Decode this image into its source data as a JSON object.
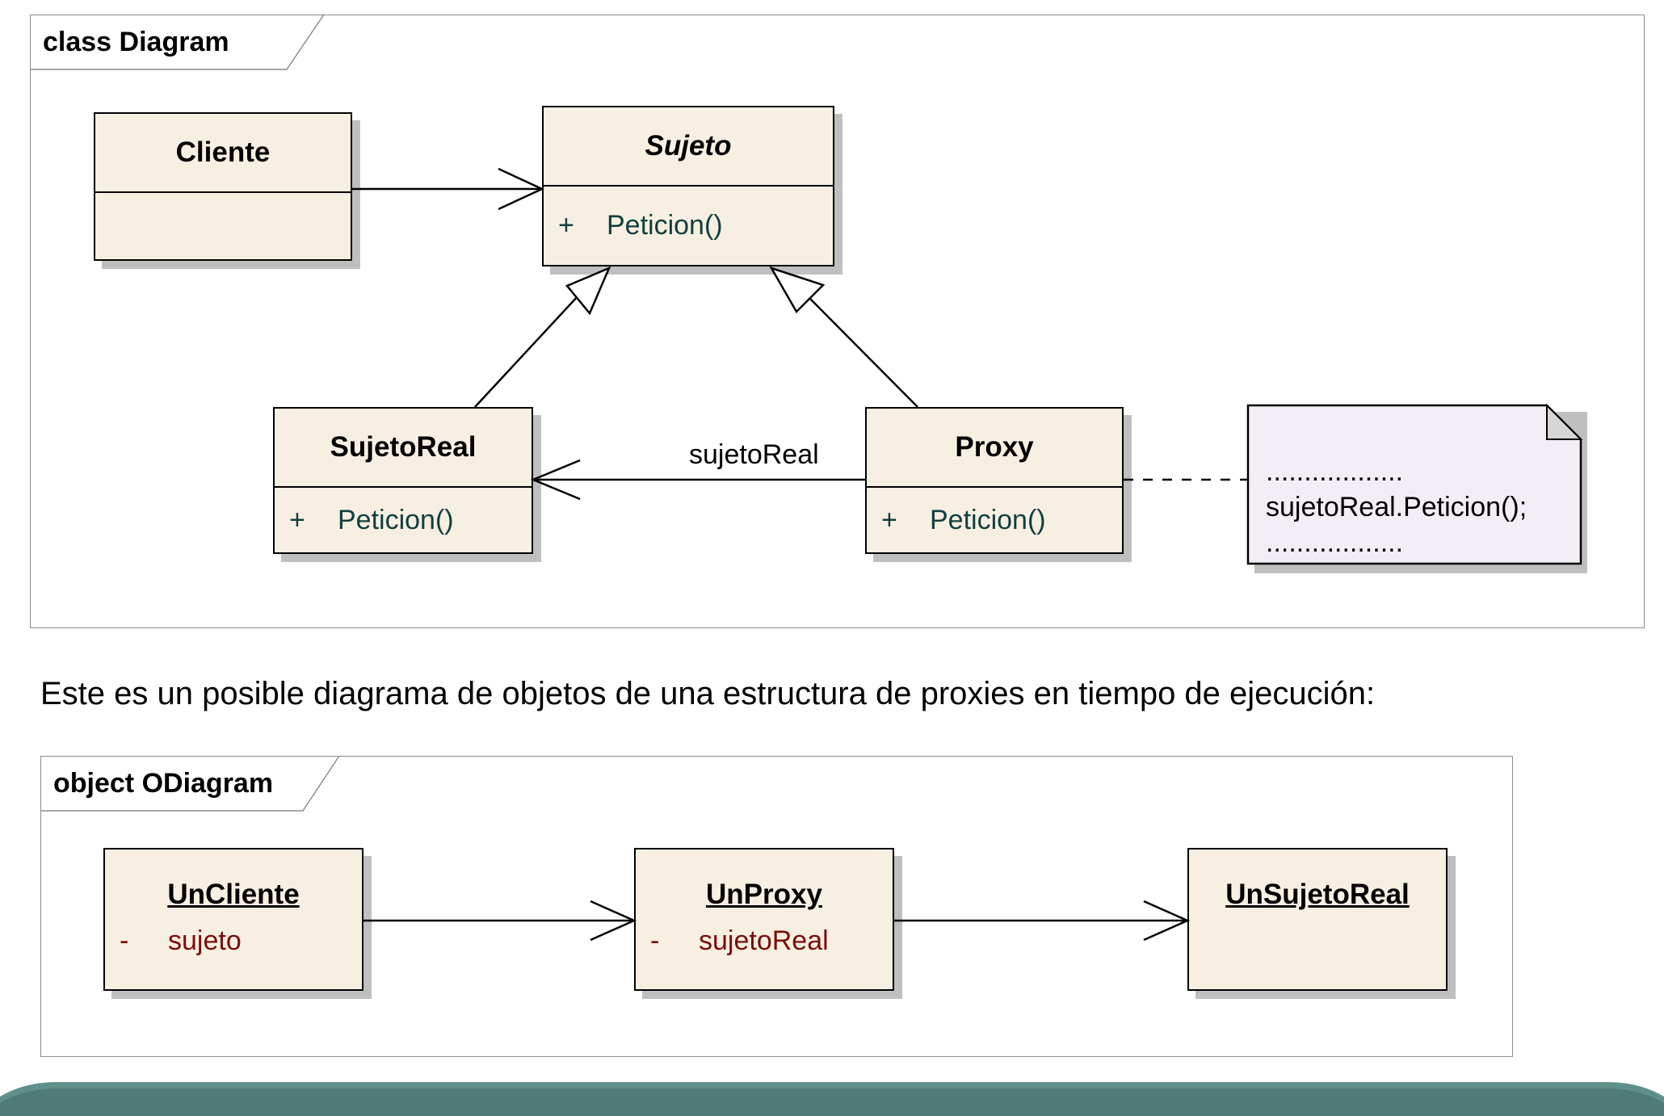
{
  "class_diagram": {
    "frame_label": "class Diagram",
    "classes": {
      "cliente": {
        "name": "Cliente"
      },
      "sujeto": {
        "name": "Sujeto",
        "op_visibility": "+",
        "op": "Peticion()"
      },
      "sujeto_real": {
        "name": "SujetoReal",
        "op_visibility": "+",
        "op": "Peticion()"
      },
      "proxy": {
        "name": "Proxy",
        "op_visibility": "+",
        "op": "Peticion()"
      }
    },
    "association_label": "sujetoReal",
    "note": {
      "line1": "..................",
      "line2": "sujetoReal.Peticion();",
      "line3": ".................."
    }
  },
  "caption": "Este es un posible diagrama de objetos de una estructura de proxies en tiempo de ejecución:",
  "object_diagram": {
    "frame_label": "object ODiagram",
    "objects": {
      "un_cliente": {
        "name": "UnCliente",
        "attr_visibility": "-",
        "attr": "sujeto"
      },
      "un_proxy": {
        "name": "UnProxy",
        "attr_visibility": "-",
        "attr": "sujetoReal"
      },
      "un_sujeto_real": {
        "name": "UnSujetoReal"
      }
    }
  },
  "colors": {
    "class_fill": "#f7efe1",
    "note_fill": "#f3eef5",
    "operation_text": "#0f3f3f",
    "attribute_text": "#7a0d0d",
    "shadow": "#bfbfbf",
    "bottom_bar": "#5f8f8a"
  }
}
